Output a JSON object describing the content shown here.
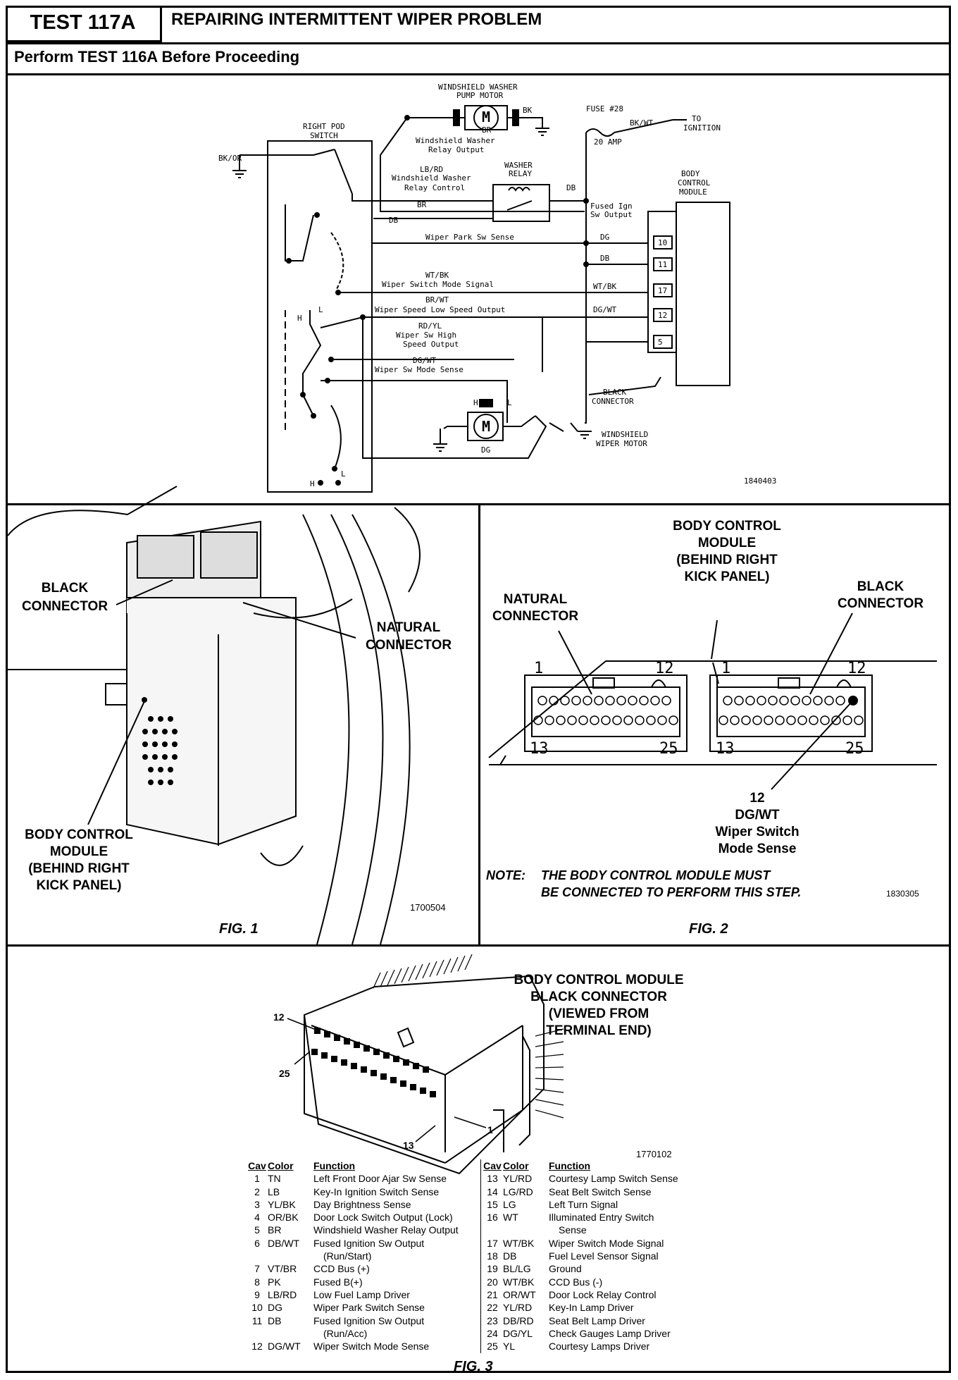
{
  "header": {
    "test_id": "TEST 117A",
    "title": "REPAIRING INTERMITTENT WIPER PROBLEM",
    "subtitle": "Perform TEST 116A Before Proceeding"
  },
  "schematic": {
    "washer_pump": [
      "WINDSHIELD WASHER",
      "PUMP MOTOR"
    ],
    "right_pod_switch": [
      "RIGHT POD",
      "SWITCH"
    ],
    "fuse": "FUSE #28",
    "fuse_rating": "20 AMP",
    "to_ignition": [
      "TO",
      "IGNITION"
    ],
    "bk_wt": "BK/WT",
    "bk": "BK",
    "bk_or": "BK/OR",
    "br_washer_out": [
      "BR",
      "Windshield Washer",
      "Relay Output"
    ],
    "lb_rd_relay_ctrl": [
      "LB/RD",
      "Windshield Washer",
      "Relay Control"
    ],
    "washer_relay": [
      "WASHER",
      "RELAY"
    ],
    "db": "DB",
    "br": "BR",
    "fused_ign": [
      "Fused Ign",
      "Sw Output"
    ],
    "bcm": [
      "BODY",
      "CONTROL",
      "MODULE"
    ],
    "park_sense": "Wiper Park Sw Sense",
    "dg": "DG",
    "wt_bk_mode": [
      "WT/BK",
      "Wiper Switch Mode Signal"
    ],
    "wt_bk": "WT/BK",
    "br_wt_low": [
      "BR/WT",
      "Wiper Speed Low Speed Output"
    ],
    "dg_wt": "DG/WT",
    "rd_yl_high": [
      "RD/YL",
      "Wiper Sw High",
      "Speed Output"
    ],
    "dg_wt_mode": [
      "DG/WT",
      "Wiper Sw Mode Sense"
    ],
    "pins": [
      "10",
      "11",
      "17",
      "12",
      "5"
    ],
    "black_connector": [
      "BLACK",
      "CONNECTOR"
    ],
    "wiper_motor": [
      "WINDSHIELD",
      "WIPER MOTOR"
    ],
    "motor_letter": "M",
    "h": "H",
    "l": "L",
    "art_number": "1840403"
  },
  "fig1": {
    "black_connector": [
      "BLACK",
      "CONNECTOR"
    ],
    "natural_connector": [
      "NATURAL",
      "CONNECTOR"
    ],
    "bcm": [
      "BODY CONTROL",
      "MODULE",
      "(BEHIND RIGHT",
      "KICK PANEL)"
    ],
    "art_number": "1700504",
    "label": "FIG. 1"
  },
  "fig2": {
    "bcm": [
      "BODY CONTROL",
      "MODULE",
      "(BEHIND RIGHT",
      "KICK PANEL)"
    ],
    "natural_connector": [
      "NATURAL",
      "CONNECTOR"
    ],
    "black_connector": [
      "BLACK",
      "CONNECTOR"
    ],
    "pin_1": "1",
    "pin_12": "12",
    "pin_13": "13",
    "pin_25": "25",
    "callout": [
      "12",
      "DG/WT",
      "Wiper Switch",
      "Mode Sense"
    ],
    "note_label": "NOTE:",
    "note": [
      "THE BODY CONTROL MODULE MUST",
      "BE CONNECTED TO PERFORM THIS STEP."
    ],
    "art_number": "1830305",
    "label": "FIG. 2"
  },
  "fig3": {
    "title": [
      "BODY CONTROL MODULE",
      "BLACK CONNECTOR",
      "(VIEWED FROM",
      "TERMINAL END)"
    ],
    "pin_12": "12",
    "pin_25": "25",
    "pin_13": "13",
    "pin_1": "1",
    "art_number": "1770102",
    "label": "FIG. 3",
    "headers": [
      "Cav",
      "Color",
      "Function"
    ],
    "left_rows": [
      [
        "1",
        "TN",
        "Left Front Door Ajar Sw Sense"
      ],
      [
        "2",
        "LB",
        "Key-In Ignition Switch Sense"
      ],
      [
        "3",
        "YL/BK",
        "Day Brightness Sense"
      ],
      [
        "4",
        "OR/BK",
        "Door Lock Switch Output (Lock)"
      ],
      [
        "5",
        "BR",
        "Windshield Washer Relay Output"
      ],
      [
        "6",
        "DB/WT",
        "Fused Ignition Sw Output"
      ],
      [
        "",
        "",
        "(Run/Start)"
      ],
      [
        "7",
        "VT/BR",
        "CCD Bus (+)"
      ],
      [
        "8",
        "PK",
        "Fused B(+)"
      ],
      [
        "9",
        "LB/RD",
        "Low Fuel Lamp Driver"
      ],
      [
        "10",
        "DG",
        "Wiper Park Switch Sense"
      ],
      [
        "11",
        "DB",
        "Fused Ignition Sw Output"
      ],
      [
        "",
        "",
        "(Run/Acc)"
      ],
      [
        "12",
        "DG/WT",
        "Wiper Switch Mode Sense"
      ]
    ],
    "right_rows": [
      [
        "13",
        "YL/RD",
        "Courtesy Lamp Switch Sense"
      ],
      [
        "14",
        "LG/RD",
        "Seat Belt Switch Sense"
      ],
      [
        "15",
        "LG",
        "Left Turn Signal"
      ],
      [
        "16",
        "WT",
        "Illuminated Entry Switch"
      ],
      [
        "",
        "",
        "Sense"
      ],
      [
        "17",
        "WT/BK",
        "Wiper Switch Mode Signal"
      ],
      [
        "18",
        "DB",
        "Fuel Level Sensor Signal"
      ],
      [
        "19",
        "BL/LG",
        "Ground"
      ],
      [
        "20",
        "WT/BK",
        "CCD Bus (-)"
      ],
      [
        "21",
        "OR/WT",
        "Door Lock Relay Control"
      ],
      [
        "22",
        "YL/RD",
        "Key-In Lamp Driver"
      ],
      [
        "23",
        "DB/RD",
        "Seat Belt Lamp Driver"
      ],
      [
        "24",
        "DG/YL",
        "Check Gauges Lamp Driver"
      ],
      [
        "25",
        "YL",
        "Courtesy Lamps Driver"
      ]
    ]
  }
}
